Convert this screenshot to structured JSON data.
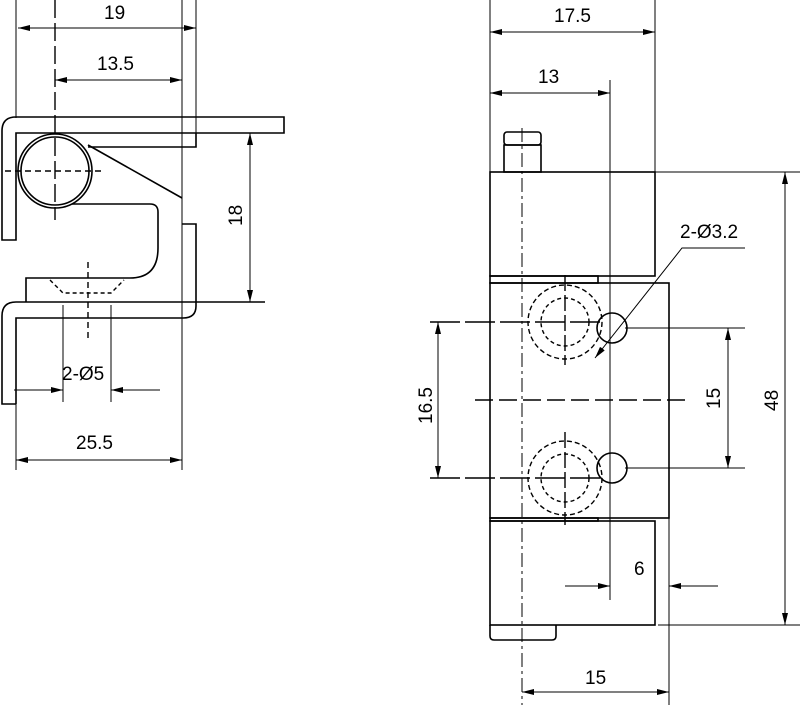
{
  "side_view": {
    "dim_width_top": "19",
    "dim_pivot_offset": "13.5",
    "dim_height": "18",
    "dim_holes": "2-Ø5",
    "dim_width_bottom": "25.5"
  },
  "front_view": {
    "dim_width": "17.5",
    "dim_pivot_offset": "13",
    "dim_holes": "2-Ø3.2",
    "dim_outer_hole_spacing": "16.5",
    "dim_hole_spacing": "15",
    "dim_height": "48",
    "dim_hole_edge": "6",
    "dim_bottom_width": "15"
  }
}
